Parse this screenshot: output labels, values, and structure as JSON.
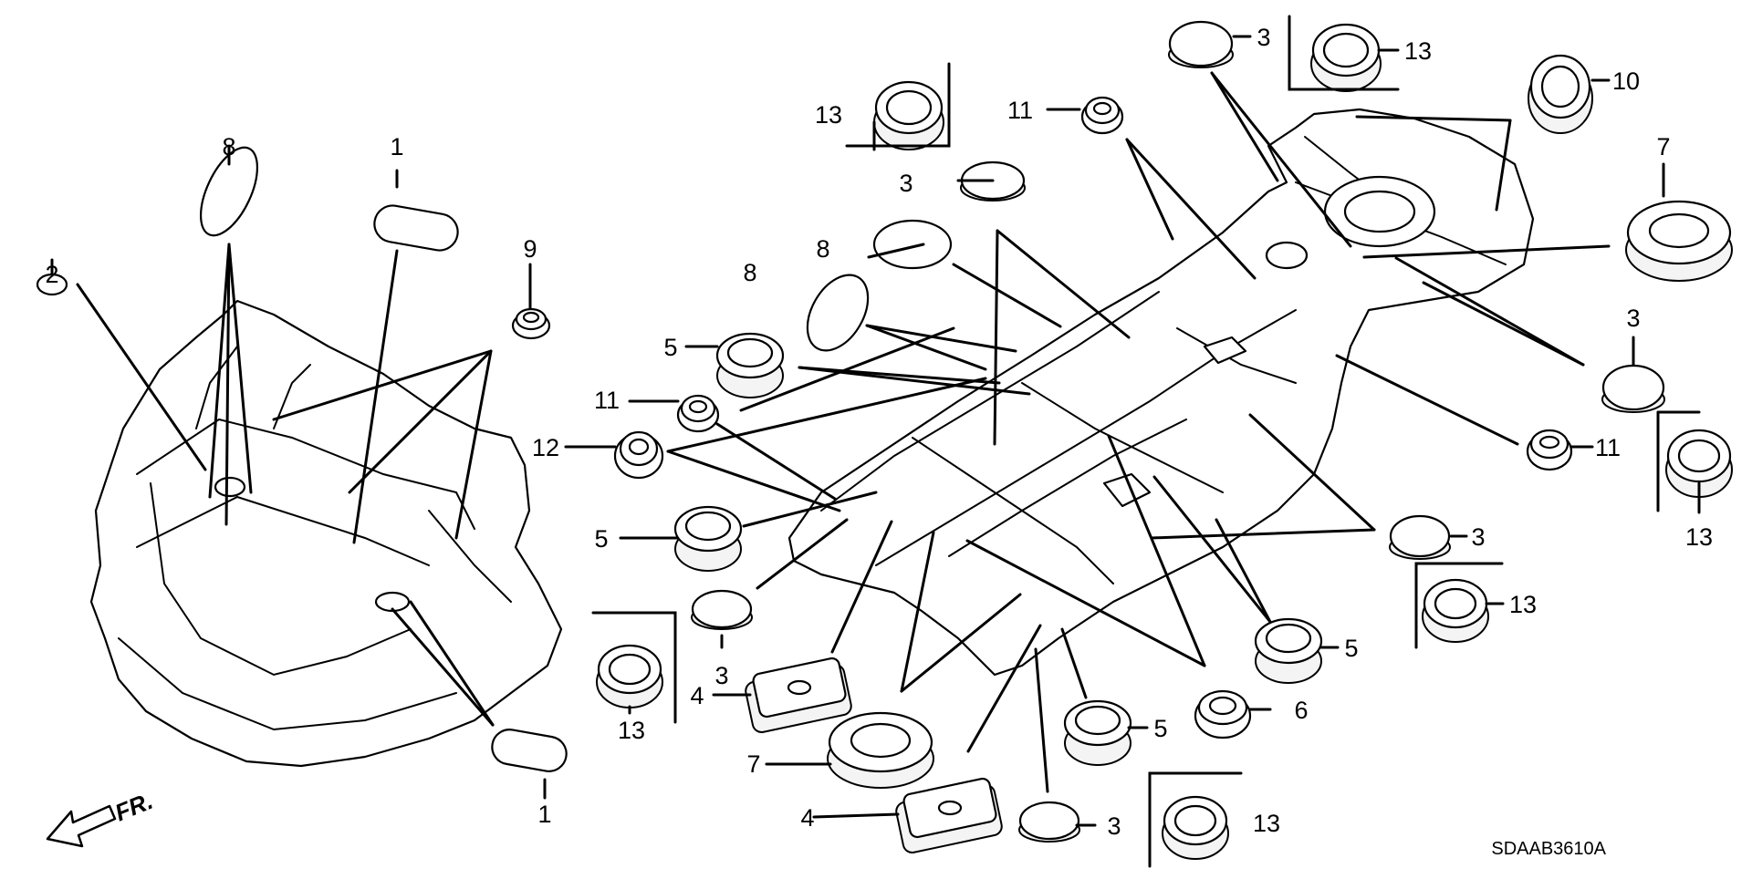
{
  "diagram": {
    "callouts": [
      {
        "id": "left-8",
        "label": "8"
      },
      {
        "id": "left-1-top",
        "label": "1"
      },
      {
        "id": "left-9",
        "label": "9"
      },
      {
        "id": "left-2",
        "label": "2"
      },
      {
        "id": "left-1-bottom",
        "label": "1"
      },
      {
        "id": "c-13-a",
        "label": "13"
      },
      {
        "id": "c-3-a",
        "label": "3"
      },
      {
        "id": "c-8-a",
        "label": "8"
      },
      {
        "id": "c-8-b",
        "label": "8"
      },
      {
        "id": "c-5-a",
        "label": "5"
      },
      {
        "id": "c-11-a",
        "label": "11"
      },
      {
        "id": "c-12",
        "label": "12"
      },
      {
        "id": "c-5-b",
        "label": "5"
      },
      {
        "id": "c-3-b",
        "label": "3"
      },
      {
        "id": "c-13-b",
        "label": "13"
      },
      {
        "id": "c-4-a",
        "label": "4"
      },
      {
        "id": "c-7-a",
        "label": "7"
      },
      {
        "id": "c-4-b",
        "label": "4"
      },
      {
        "id": "c-3-c",
        "label": "3"
      },
      {
        "id": "c-5-c",
        "label": "5"
      },
      {
        "id": "c-6",
        "label": "6"
      },
      {
        "id": "c-5-d",
        "label": "5"
      },
      {
        "id": "c-13-c",
        "label": "13"
      },
      {
        "id": "r-11-a",
        "label": "11"
      },
      {
        "id": "r-3-a",
        "label": "3"
      },
      {
        "id": "r-13-a",
        "label": "13"
      },
      {
        "id": "r-10",
        "label": "10"
      },
      {
        "id": "r-7",
        "label": "7"
      },
      {
        "id": "r-3-b",
        "label": "3"
      },
      {
        "id": "r-11-b",
        "label": "11"
      },
      {
        "id": "r-13-b",
        "label": "13"
      },
      {
        "id": "r-3-c",
        "label": "3"
      },
      {
        "id": "r-13-c",
        "label": "13"
      }
    ],
    "direction_label": "FR.",
    "drawing_code": "SDAAB3610A"
  },
  "icons": {
    "front_arrow": "arrow-left-down-icon"
  }
}
